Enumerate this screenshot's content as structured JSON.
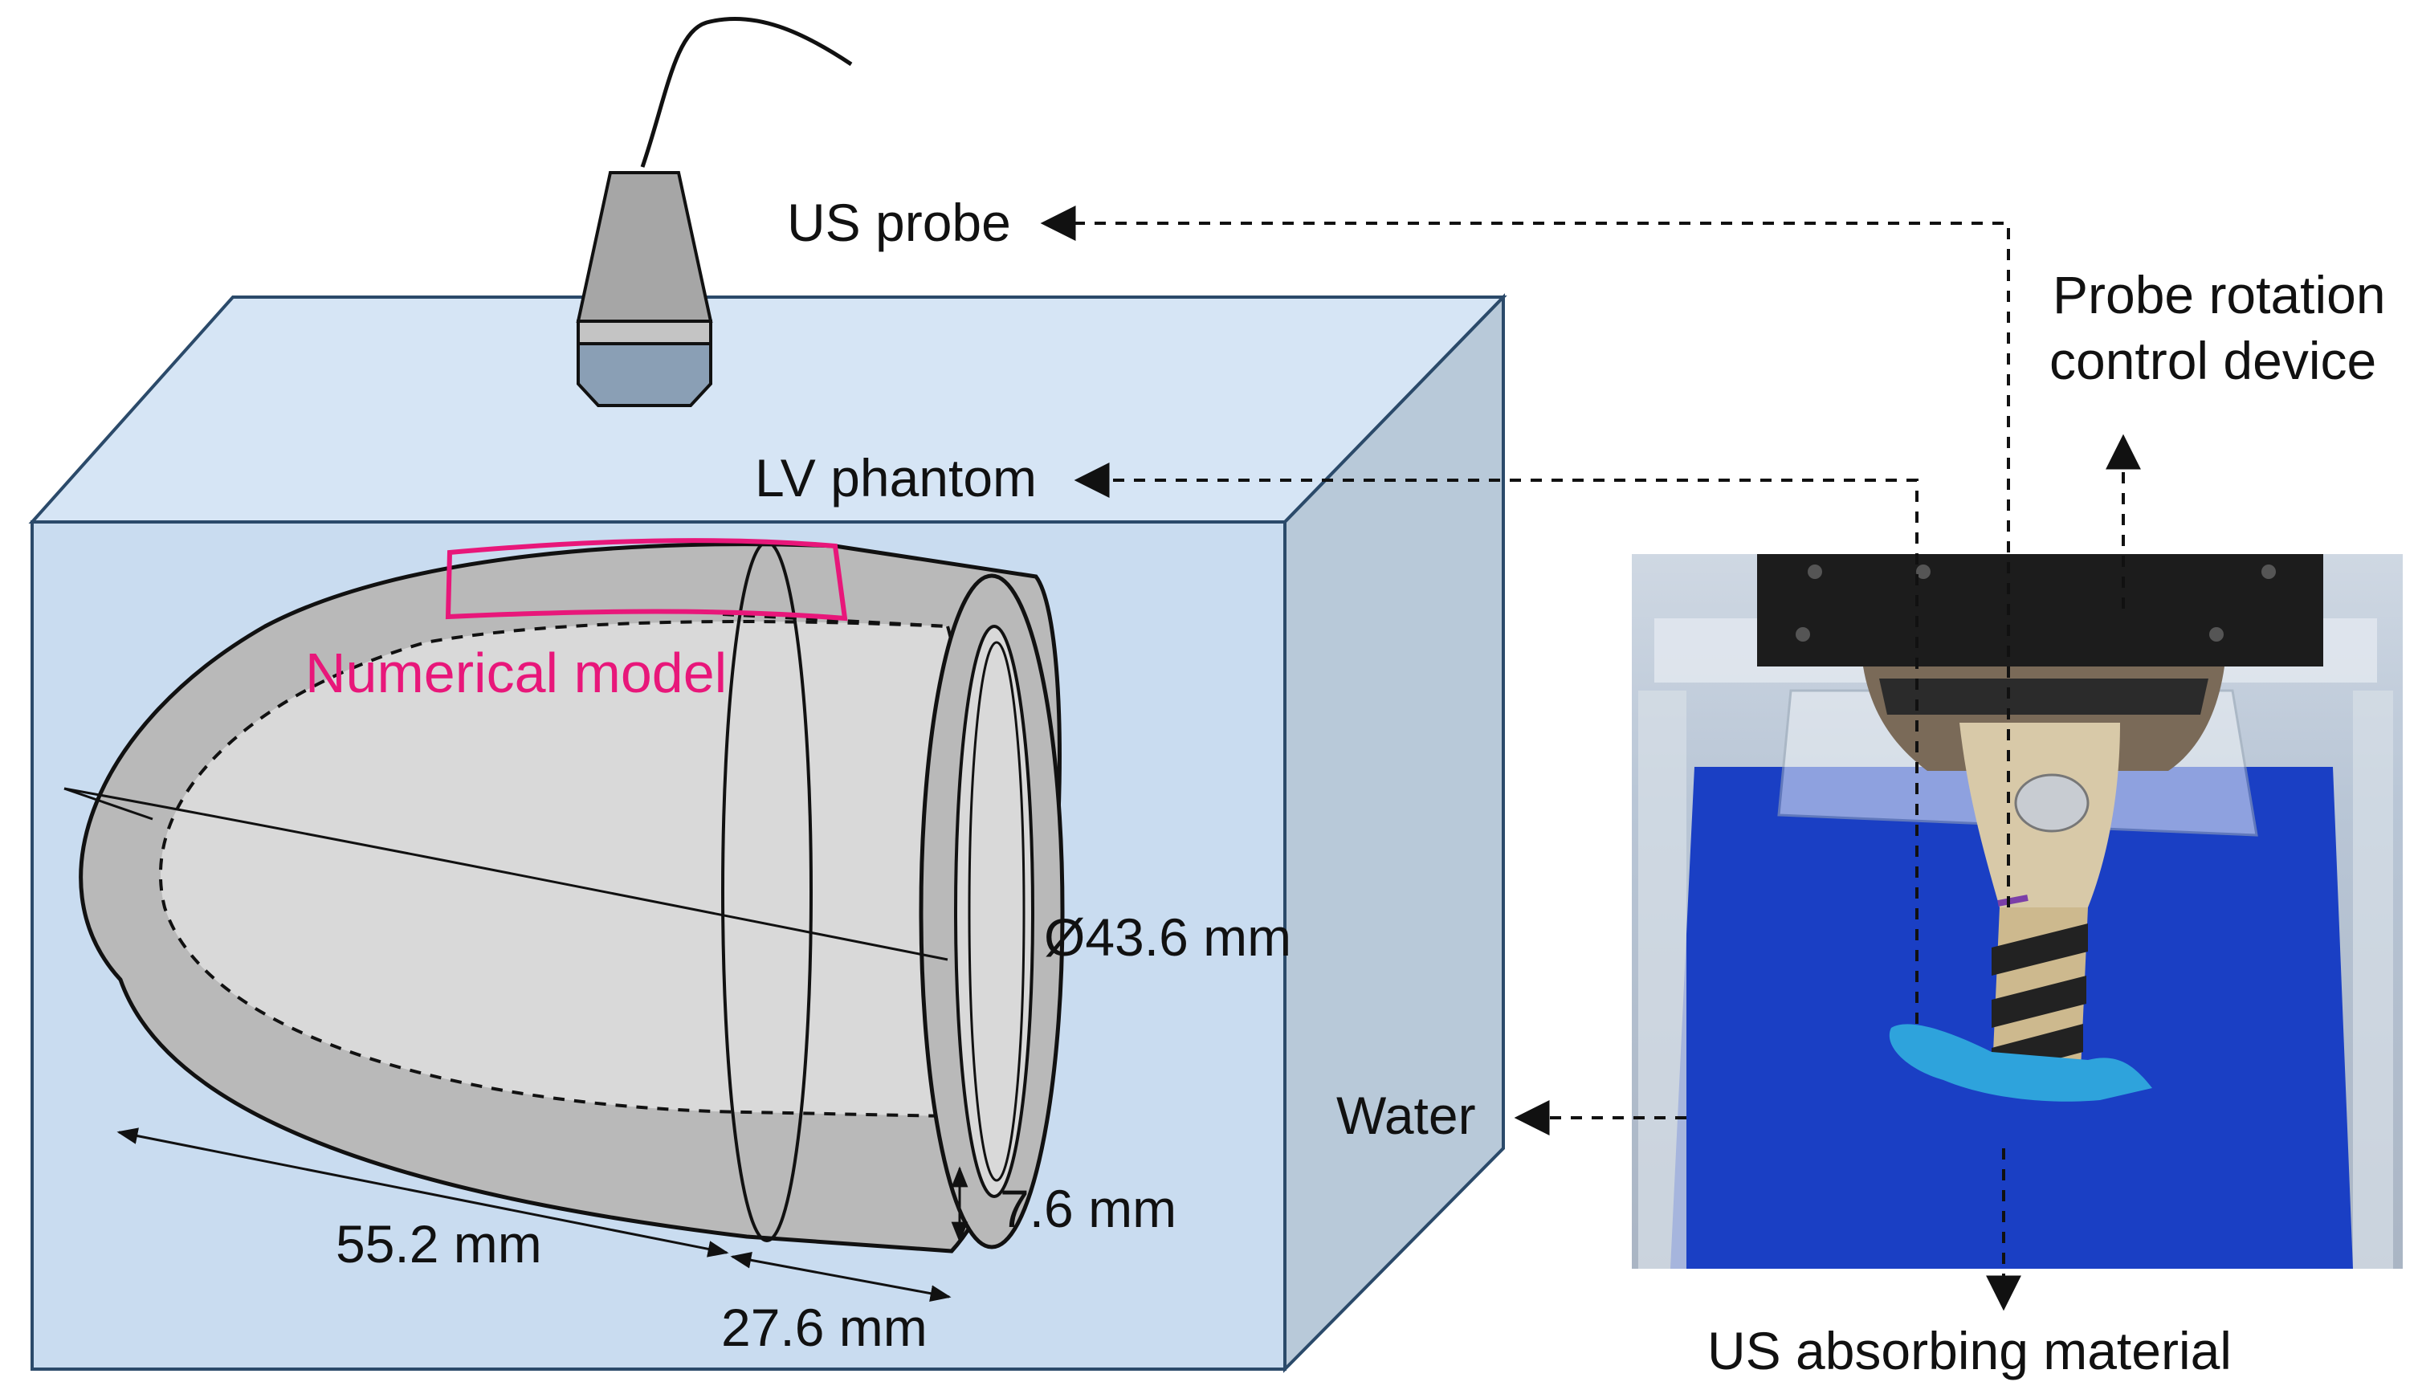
{
  "labels": {
    "us_probe": "US probe",
    "lv_phantom": "LV phantom",
    "probe_rotation_line1": "Probe rotation",
    "probe_rotation_line2": "control device",
    "numerical_model": "Numerical model",
    "diameter": "Ø43.6 mm",
    "wall_thickness": "7.6 mm",
    "length_long": "55.2 mm",
    "length_short": "27.6 mm",
    "water": "Water",
    "us_absorbing_material": "US absorbing material"
  },
  "colors": {
    "tank_front": "#c9dcf0",
    "tank_top": "#d6e5f5",
    "tank_side": "#b8c9d9",
    "phantom_wall": "#b9b9b9",
    "phantom_inner": "#d9d9d9",
    "numerical_model": "#e8177a",
    "probe_body": "#a6a6a6",
    "probe_tip": "#8a9fb5"
  }
}
